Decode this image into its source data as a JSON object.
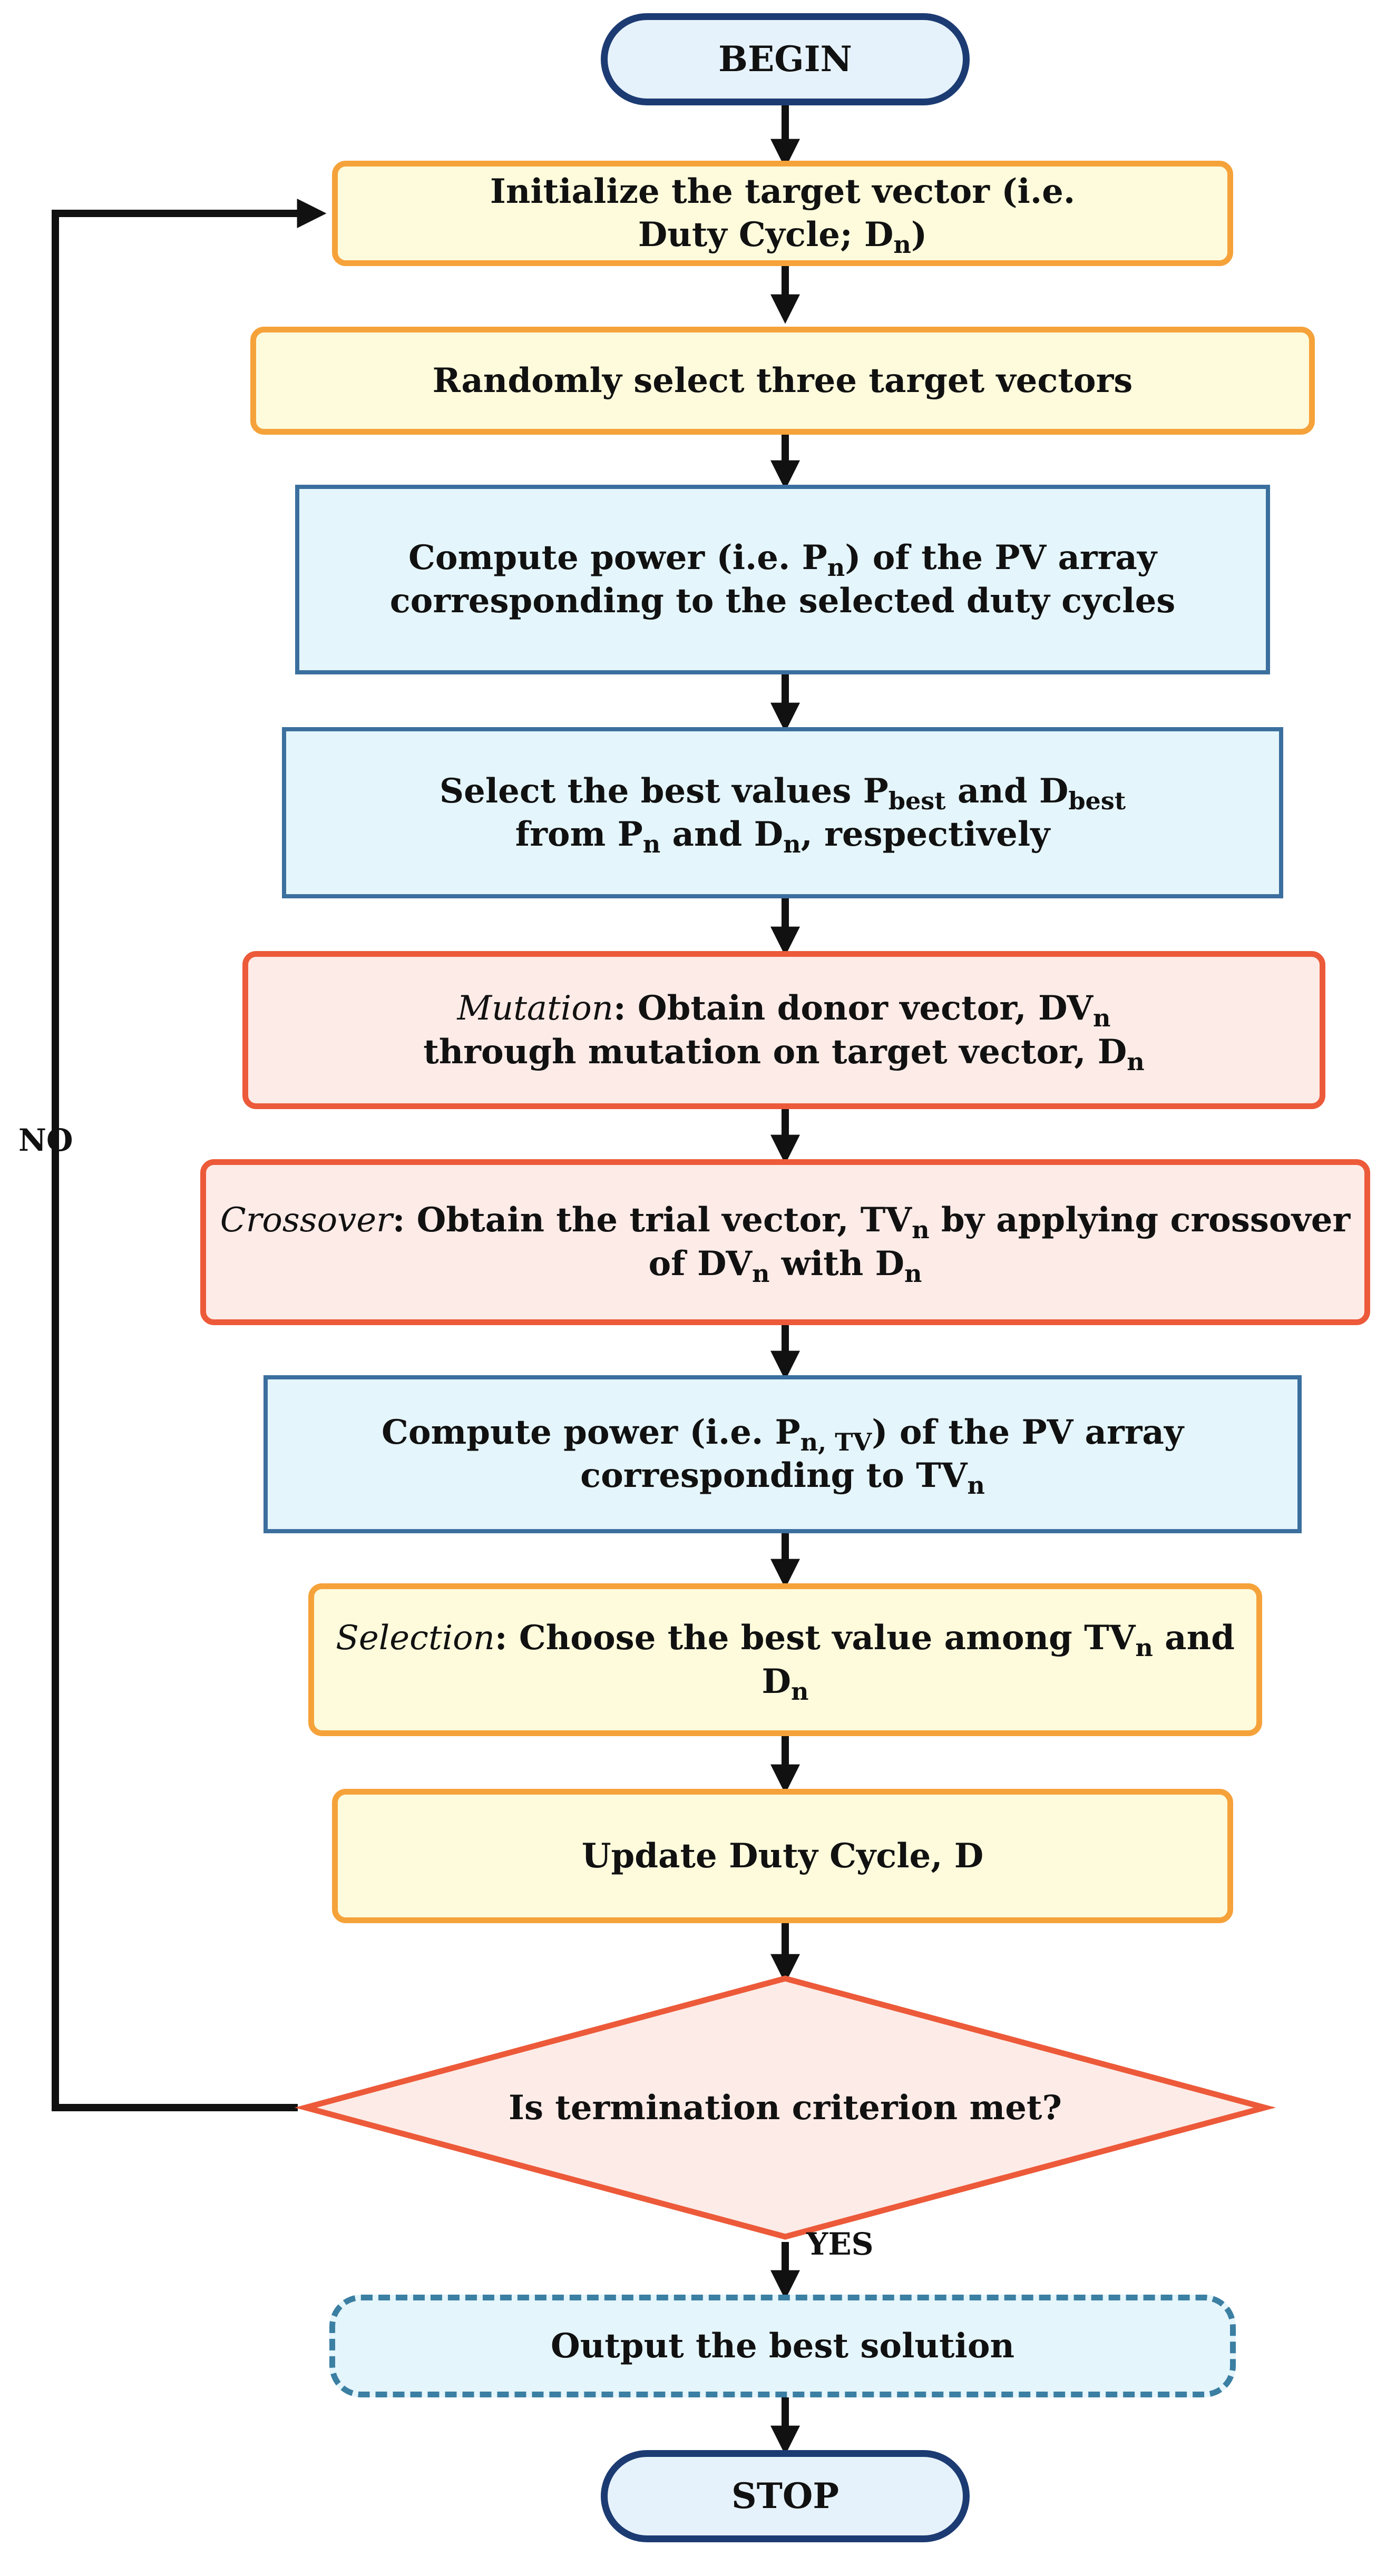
{
  "flowchart": {
    "begin": "BEGIN",
    "stop": "STOP",
    "no_label": "NO",
    "yes_label": "YES",
    "decision": "Is termination criterion met?",
    "steps": {
      "init": {
        "line1": "Initialize the target vector (i.e.",
        "line2_pre": "Duty Cycle; D",
        "line2_sub": "n",
        "line2_post": ")"
      },
      "random_select": "Randomly select three target vectors",
      "compute_power": {
        "pre": "Compute power (i.e. P",
        "sub": "n",
        "post": ") of the PV array corresponding to the selected duty cycles"
      },
      "select_best": {
        "pre": "Select the best values P",
        "sub1": "best",
        "mid": " and D",
        "sub2": "best",
        "mid2": " from P",
        "sub3": "n",
        "mid3": " and D",
        "sub4": "n",
        "post": ", respectively"
      },
      "mutation": {
        "term": "Mutation",
        "pre": ": Obtain donor vector, DV",
        "sub1": "n",
        "mid": " through mutation on target vector, D",
        "sub2": "n"
      },
      "crossover": {
        "term": "Crossover",
        "pre": ": Obtain the trial vector, TV",
        "sub1": "n",
        "mid": " by applying crossover of DV",
        "sub2": "n",
        "mid2": " with D",
        "sub3": "n"
      },
      "compute_power_tv": {
        "pre": "Compute power (i.e. P",
        "sub": "n, TV",
        "mid": ") of the PV array corresponding to TV",
        "sub2": "n"
      },
      "selection": {
        "term": "Selection",
        "pre": ": Choose the best value among TV",
        "sub1": "n",
        "mid": " and D",
        "sub2": "n"
      },
      "update": "Update Duty Cycle, D",
      "output": "Output the best solution"
    }
  },
  "colors": {
    "orange_border": "#f5a23a",
    "orange_fill": "#fdfbdc",
    "blue_border": "#3b6f9e",
    "blue_fill": "#e4f5fb",
    "red_border": "#ec5a3a",
    "red_fill": "#fdebe7",
    "terminal_border": "#1c3b73",
    "output_border": "#3b7fa3",
    "connector": "#111111"
  }
}
